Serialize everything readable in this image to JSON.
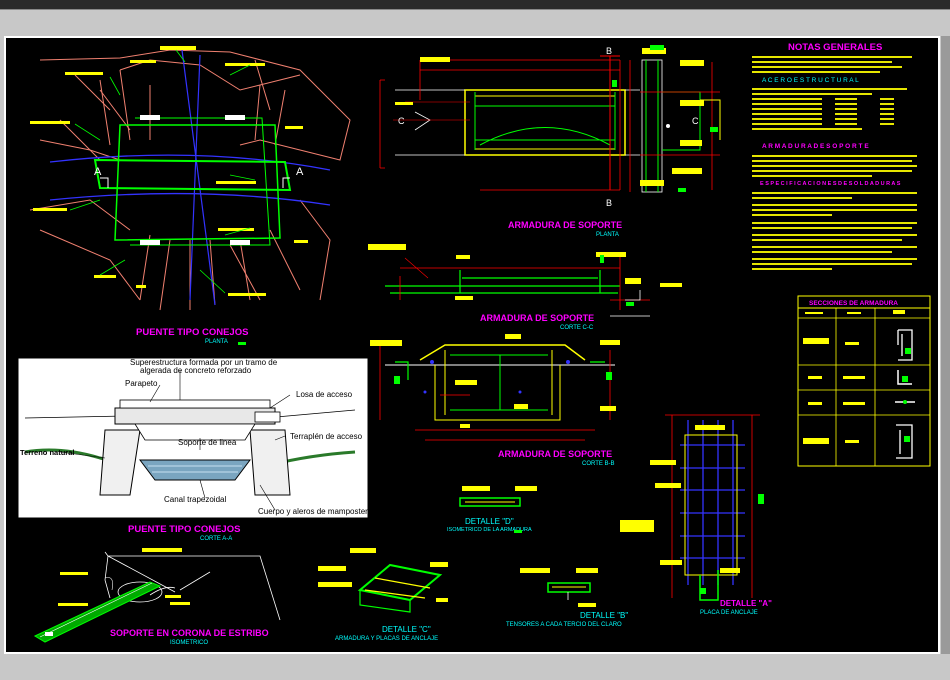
{
  "titles": {
    "plan": "PUENTE TIPO CONEJOS",
    "plan_sub": "PLANTA",
    "section": "PUENTE TIPO CONEJOS",
    "section_sub": "CORTE A-A",
    "support": "SOPORTE EN CORONA DE ESTRIBO",
    "support_sub": "ISOMETRICO",
    "arm_plan": "ARMADURA DE SOPORTE",
    "arm_plan_sub": "PLANTA",
    "arm_cc": "ARMADURA DE SOPORTE",
    "arm_cc_sub": "CORTE C-C",
    "arm_bb": "ARMADURA DE SOPORTE",
    "arm_bb_sub": "CORTE B-B",
    "det_d": "DETALLE \"D\"",
    "det_d_sub": "ISOMETRICO DE LA ARMADURA",
    "det_c": "DETALLE \"C\"",
    "det_c_sub": "ARMADURA Y PLACAS DE ANCLAJE",
    "det_b": "DETALLE \"B\"",
    "det_b_sub": "TENSORES A CADA TERCIO DEL CLARO",
    "det_a": "DETALLE \"A\"",
    "det_a_sub": "PLACA DE ANCLAJE"
  },
  "section_labels": {
    "superstructure": "Superestructura formada por un tramo de",
    "superstructure2": "algerada de concreto reforzado",
    "parapet": "Parapeto",
    "approach_slab": "Losa de acceso",
    "support_line": "Soporte de linea",
    "fill": "Terraplén de acceso",
    "natural_ground": "Terreno natural",
    "canal": "Canal trapezoidal",
    "body": "Cuerpo y aleros de mampostería"
  },
  "notes": {
    "heading": "NOTAS GENERALES",
    "acero": "A C E R O   E S T R U C T U R A L",
    "armadura": "A R M A D U R A   D E   S O P O R T E",
    "soldaduras": "E S P E C I F I C A C I O N E S   D E   S O L D A D U R A S",
    "secciones": "SECCIONES DE ARMADURA"
  },
  "cut_marks": {
    "a": "A",
    "b": "B",
    "c": "C"
  },
  "colors": {
    "background": "#000000",
    "green": "#00ff00",
    "magenta": "#ff00ff",
    "cyan": "#00ffff",
    "yellow": "#ffff00",
    "red": "#ff0000",
    "salmon": "#f08070",
    "blue": "#3333ff"
  }
}
